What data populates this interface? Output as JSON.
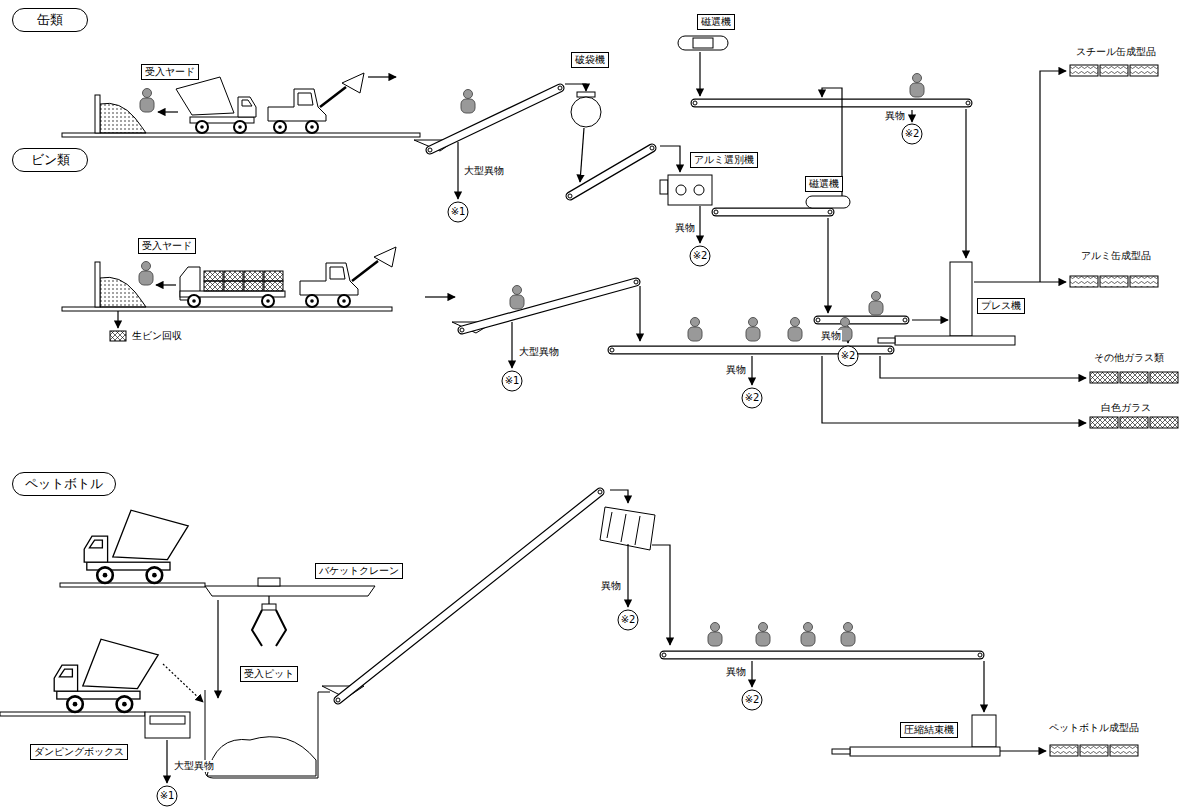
{
  "diagram": {
    "nodes": [
      {
        "text": [
          "缶類"
        ]
      },
      {
        "text": [
          "受入ヤード"
        ]
      },
      {
        "text": [
          "破袋機"
        ]
      },
      {
        "text": [
          "磁選機"
        ]
      },
      {
        "text": [
          "※2"
        ]
      },
      {
        "text": [
          "※1"
        ]
      },
      {
        "text": [
          "アルミ選別機"
        ]
      },
      {
        "text": [
          "磁選機"
        ]
      },
      {
        "text": [
          "※2"
        ]
      },
      {
        "text": [
          "プレス機"
        ]
      },
      {
        "text": [
          "※2"
        ]
      },
      {
        "text": [
          "ビン類"
        ]
      },
      {
        "text": [
          "受入ヤード"
        ]
      },
      {
        "text": [
          "※1"
        ]
      },
      {
        "text": [
          "※2"
        ]
      },
      {
        "text": [
          "ペットボトル"
        ]
      },
      {
        "text": [
          "バケットクレーン"
        ]
      },
      {
        "text": [
          "受入ピット"
        ]
      },
      {
        "text": [
          "ダンピングボックス"
        ]
      },
      {
        "text": [
          "※2"
        ]
      },
      {
        "text": [
          "※2"
        ]
      },
      {
        "text": [
          "※1"
        ]
      },
      {
        "text": [
          "圧縮結束機"
        ]
      }
    ],
    "labels": [
      "大型異物",
      "異物",
      "異物",
      "異物",
      "スチール缶成型品",
      "アルミ缶成型品",
      "生ビン回収",
      "大型異物",
      "異物",
      "その他ガラス類",
      "白色ガラス",
      "大型異物",
      "異物",
      "異物",
      "ペットボトル成型品"
    ]
  }
}
